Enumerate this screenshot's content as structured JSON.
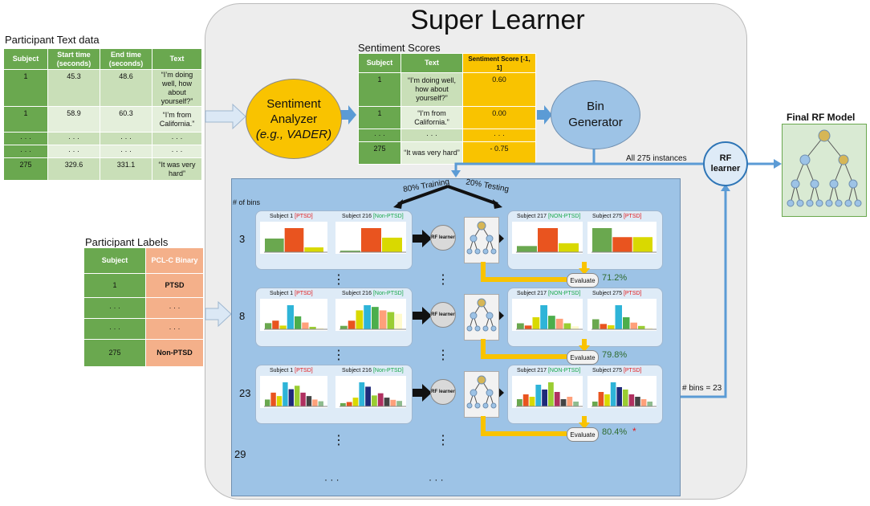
{
  "title": "Super Learner",
  "text_data": {
    "title": "Participant Text data",
    "headers": [
      "Subject",
      "Start time (seconds)",
      "End time (seconds)",
      "Text"
    ],
    "rows": [
      [
        "1",
        "45.3",
        "48.6",
        "“I’m doing well, how about yourself?”"
      ],
      [
        "1",
        "58.9",
        "60.3",
        "“I’m from California.”"
      ],
      [
        "· · ·",
        "· · ·",
        "· · ·",
        "· · ·"
      ],
      [
        "· · ·",
        "· · ·",
        "· · ·",
        "· · ·"
      ],
      [
        "275",
        "329.6",
        "331.1",
        "“It was very hard”"
      ]
    ]
  },
  "sentiment": {
    "title": "Sentiment Scores",
    "headers": [
      "Subject",
      "Text",
      "Sentiment  Score [-1, 1]"
    ],
    "rows": [
      [
        "1",
        "“I’m doing well, how about yourself?”",
        "0.60"
      ],
      [
        "1",
        "“I’m from California.”",
        "0.00"
      ],
      [
        "· · ·",
        "· · ·",
        "· · ·"
      ],
      [
        "275",
        "“It was very hard”",
        "- 0.75"
      ]
    ]
  },
  "labels": {
    "title": "Participant Labels",
    "headers": [
      "Subject",
      "PCL-C Binary"
    ],
    "rows": [
      [
        "1",
        "PTSD"
      ],
      [
        "· · ·",
        "· · ·"
      ],
      [
        "· · ·",
        "· · ·"
      ],
      [
        "275",
        "Non-PTSD"
      ]
    ]
  },
  "analyzer": {
    "line1": "Sentiment",
    "line2": "Analyzer",
    "line3": "(e.g., VADER)"
  },
  "bin_generator": {
    "line1": "Bin",
    "line2": "Generator"
  },
  "rf_learner": {
    "line1": "RF",
    "line2": "learner"
  },
  "small_rf": "RF learner",
  "final_model": "Final RF Model",
  "all_instances": "All 275 instances",
  "bins_label": "# of bins",
  "training": "80% Training",
  "testing": "20% Testing",
  "bins_eq": "# bins = 23",
  "evaluate": "Evaluate",
  "dots": "⋮",
  "hdots": "· · ·",
  "rows": [
    {
      "bins": "3",
      "score": "71.2%",
      "star": ""
    },
    {
      "bins": "8",
      "score": "79.8%",
      "star": ""
    },
    {
      "bins": "23",
      "score": "80.4%",
      "star": "*"
    }
  ],
  "last_bins": "29",
  "subjects": {
    "s1": "Subject 1",
    "s216": "Subject 216",
    "s217": "Subject 217",
    "s275": "Subject 275",
    "ptsd": "[PTSD]",
    "nonptsd": "[Non-PTSD]",
    "nonptsd_caps": "[NON-PTSD]"
  },
  "colors": {
    "green": "#6aa84f",
    "yellow": "#f9c300",
    "orange": "#f4b08a",
    "blue": "#2e75b6",
    "light_blue": "#deebf7",
    "gray": "#eeeeee"
  },
  "chart_data": [
    {
      "type": "bar",
      "name_ref": "subject-1-3bins",
      "values": [
        34,
        60,
        12
      ]
    },
    {
      "type": "bar",
      "name_ref": "subject-216-3bins",
      "values": [
        4,
        63,
        38
      ]
    },
    {
      "type": "bar",
      "name_ref": "subject-217-3bins",
      "values": [
        11,
        43,
        16
      ]
    },
    {
      "type": "bar",
      "name_ref": "subject-275-3bins",
      "values": [
        40,
        25,
        25
      ]
    }
  ]
}
